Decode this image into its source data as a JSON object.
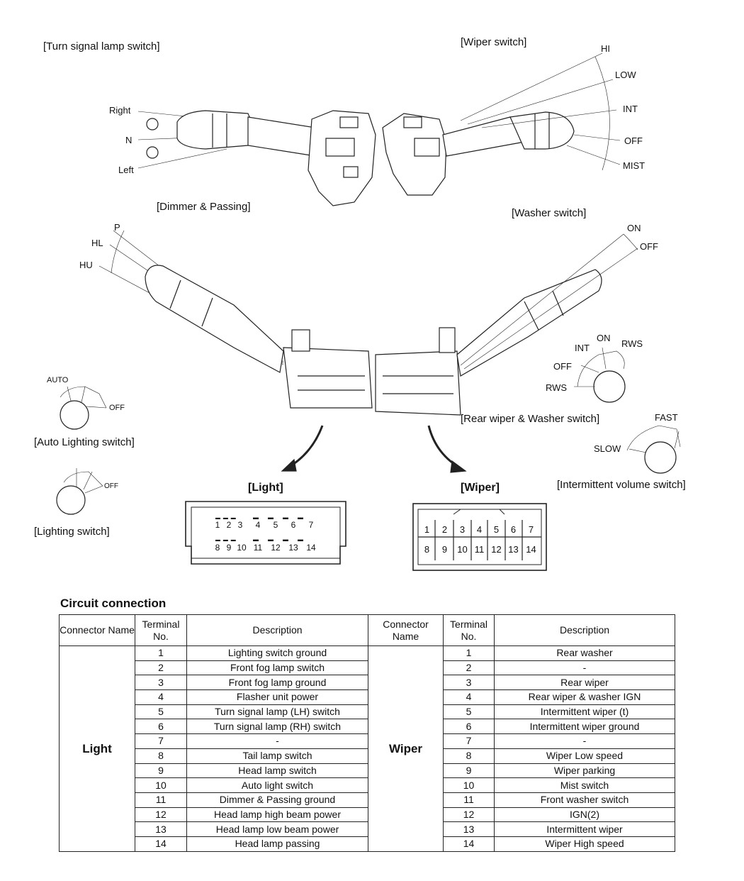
{
  "labels": {
    "turn_signal": "[Turn signal lamp switch]",
    "wiper_switch": "[Wiper switch]",
    "dimmer": "[Dimmer & Passing]",
    "washer": "[Washer switch]",
    "rear_wiper": "[Rear wiper & Washer switch]",
    "intermittent": "[Intermittent volume switch]",
    "auto_lighting": "[Auto Lighting switch]",
    "lighting": "[Lighting switch]",
    "light_connector": "[Light]",
    "wiper_connector": "[Wiper]"
  },
  "turn_positions": [
    "Right",
    "N",
    "Left"
  ],
  "wiper_positions": [
    "HI",
    "LOW",
    "INT",
    "OFF",
    "MIST"
  ],
  "dimmer_positions": [
    "P",
    "HL",
    "HU"
  ],
  "washer_positions": [
    "ON",
    "OFF"
  ],
  "rear_wiper_positions": [
    "INT",
    "ON",
    "RWS",
    "OFF",
    "RWS"
  ],
  "intermittent_positions": [
    "FAST",
    "SLOW"
  ],
  "auto_lighting_positions": [
    "AUTO",
    "OFF"
  ],
  "lighting_positions": [
    "OFF"
  ],
  "light_pins_top": [
    "1",
    "2",
    "3",
    "4",
    "5",
    "6",
    "7"
  ],
  "light_pins_bottom": [
    "8",
    "9",
    "10",
    "11",
    "12",
    "13",
    "14"
  ],
  "wiper_pins_top": [
    "1",
    "2",
    "3",
    "4",
    "5",
    "6",
    "7"
  ],
  "wiper_pins_bottom": [
    "8",
    "9",
    "10",
    "11",
    "12",
    "13",
    "14"
  ],
  "circuit": {
    "title": "Circuit connection",
    "headers": [
      "Connector Name",
      "Terminal No.",
      "Description",
      "Connector Name",
      "Terminal No.",
      "Description"
    ],
    "light_name": "Light",
    "wiper_name": "Wiper",
    "light_rows": [
      {
        "no": "1",
        "desc": "Lighting switch ground"
      },
      {
        "no": "2",
        "desc": "Front fog lamp switch"
      },
      {
        "no": "3",
        "desc": "Front fog lamp ground"
      },
      {
        "no": "4",
        "desc": "Flasher unit power"
      },
      {
        "no": "5",
        "desc": "Turn signal lamp (LH) switch"
      },
      {
        "no": "6",
        "desc": "Turn signal lamp (RH) switch"
      },
      {
        "no": "7",
        "desc": "-"
      },
      {
        "no": "8",
        "desc": "Tail lamp switch"
      },
      {
        "no": "9",
        "desc": "Head lamp switch"
      },
      {
        "no": "10",
        "desc": "Auto light switch"
      },
      {
        "no": "11",
        "desc": "Dimmer & Passing ground"
      },
      {
        "no": "12",
        "desc": "Head lamp high beam power"
      },
      {
        "no": "13",
        "desc": "Head lamp low beam power"
      },
      {
        "no": "14",
        "desc": "Head lamp passing"
      }
    ],
    "wiper_rows": [
      {
        "no": "1",
        "desc": "Rear washer"
      },
      {
        "no": "2",
        "desc": "-"
      },
      {
        "no": "3",
        "desc": "Rear wiper"
      },
      {
        "no": "4",
        "desc": "Rear wiper & washer IGN"
      },
      {
        "no": "5",
        "desc": "Intermittent wiper (t)"
      },
      {
        "no": "6",
        "desc": "Intermittent wiper ground"
      },
      {
        "no": "7",
        "desc": "-"
      },
      {
        "no": "8",
        "desc": "Wiper Low speed"
      },
      {
        "no": "9",
        "desc": "Wiper parking"
      },
      {
        "no": "10",
        "desc": "Mist switch"
      },
      {
        "no": "11",
        "desc": "Front washer switch"
      },
      {
        "no": "12",
        "desc": "IGN(2)"
      },
      {
        "no": "13",
        "desc": "Intermittent wiper"
      },
      {
        "no": "14",
        "desc": "Wiper High speed"
      }
    ]
  }
}
